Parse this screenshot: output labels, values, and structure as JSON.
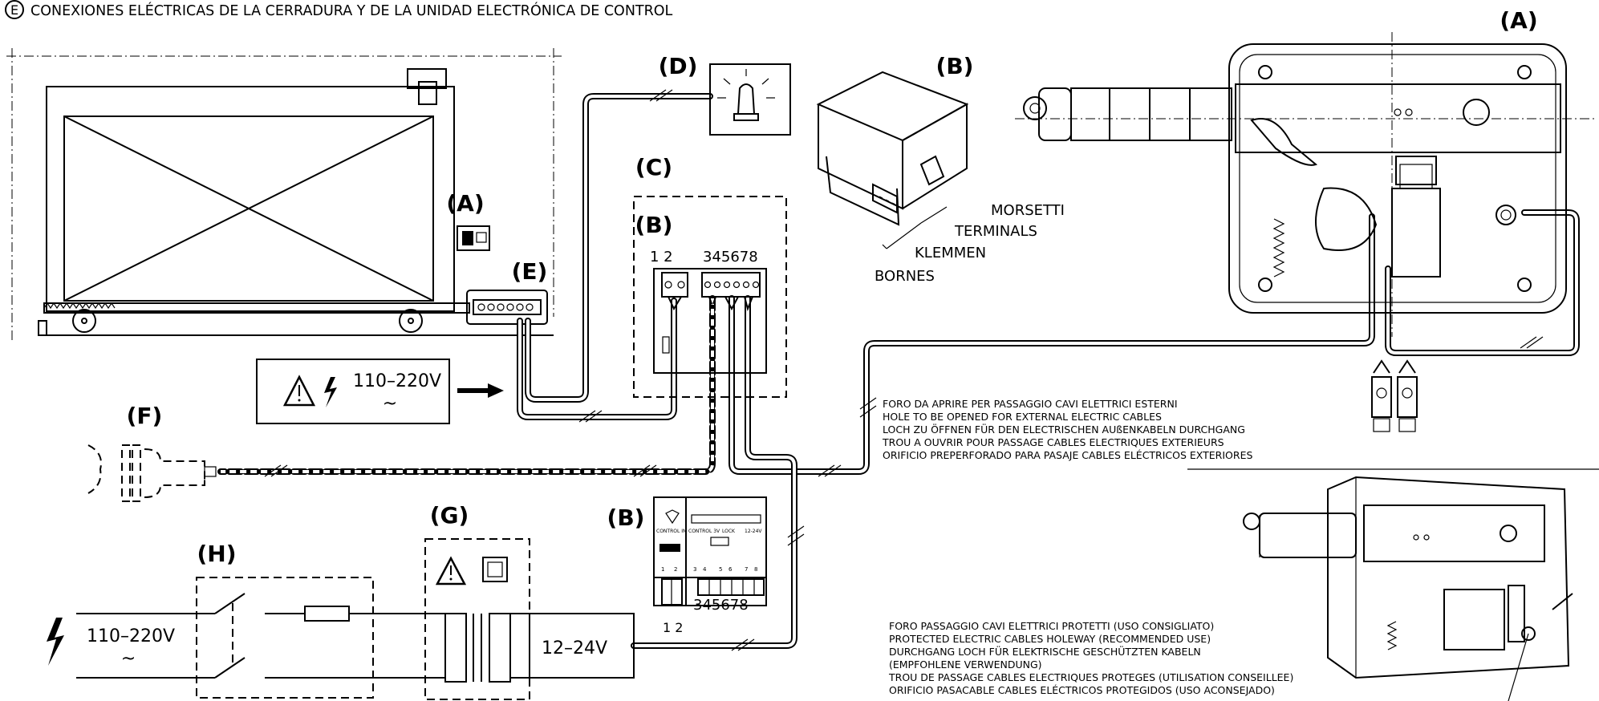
{
  "title": {
    "marker": "E",
    "text": "CONEXIONES ELÉCTRICAS DE LA CERRADURA Y DE LA UNIDAD ELECTRÓNICA DE CONTROL"
  },
  "labels": {
    "A_top": "(A)",
    "A_gate": "(A)",
    "B_box": "(B)",
    "B_panel": "(B)",
    "B_board": "(B)",
    "C": "(C)",
    "D": "(D)",
    "E": "(E)",
    "F": "(F)",
    "G": "(G)",
    "H": "(H)"
  },
  "terminal_names": [
    "MORSETTI",
    "TERMINALS",
    "KLEMMEN",
    "BORNES"
  ],
  "panel_numbers": {
    "left": "1 2",
    "right": "345678"
  },
  "board": {
    "numbers_top": [
      "1",
      "2",
      "3",
      "4",
      "5",
      "6",
      "7",
      "8"
    ],
    "numbers_bottom_right": "345678",
    "numbers_bottom_left": "1 2",
    "section_labels": [
      "CONTROL IN",
      "CONTROL 3V",
      "LOCK",
      "12-24V"
    ]
  },
  "voltage_warning": {
    "voltage": "110–220V",
    "symbol": "~"
  },
  "mains": {
    "voltage": "110–220V",
    "symbol": "~"
  },
  "low_voltage": "12–24V",
  "hole_text": [
    "FORO DA APRIRE PER PASSAGGIO CAVI ELETTRICI ESTERNI",
    "HOLE TO BE OPENED FOR EXTERNAL ELECTRIC CABLES",
    "LOCH ZU ÖFFNEN FÜR DEN ELECTRISCHEN AUßENKABELN DURCHGANG",
    "TROU A OUVRIR POUR PASSAGE CABLES ELECTRIQUES EXTERIEURS",
    "ORIFICIO PREPERFORADO PARA PASAJE CABLES ELÉCTRICOS EXTERIORES"
  ],
  "protected_text": [
    "FORO PASSAGGIO CAVI ELETTRICI PROTETTI (USO CONSIGLIATO)",
    "PROTECTED ELECTRIC CABLES HOLEWAY (RECOMMENDED USE)",
    "DURCHGANG LOCH FÜR ELEKTRISCHE GESCHÜTZTEN KABELN",
    "(EMPFOHLENE VERWENDUNG)",
    "TROU DE PASSAGE CABLES ELECTRIQUES PROTEGES (UTILISATION CONSEILLEE)",
    "ORIFICIO PASACABLE CABLES ELÉCTRICOS PROTEGIDOS (USO ACONSEJADO)"
  ]
}
